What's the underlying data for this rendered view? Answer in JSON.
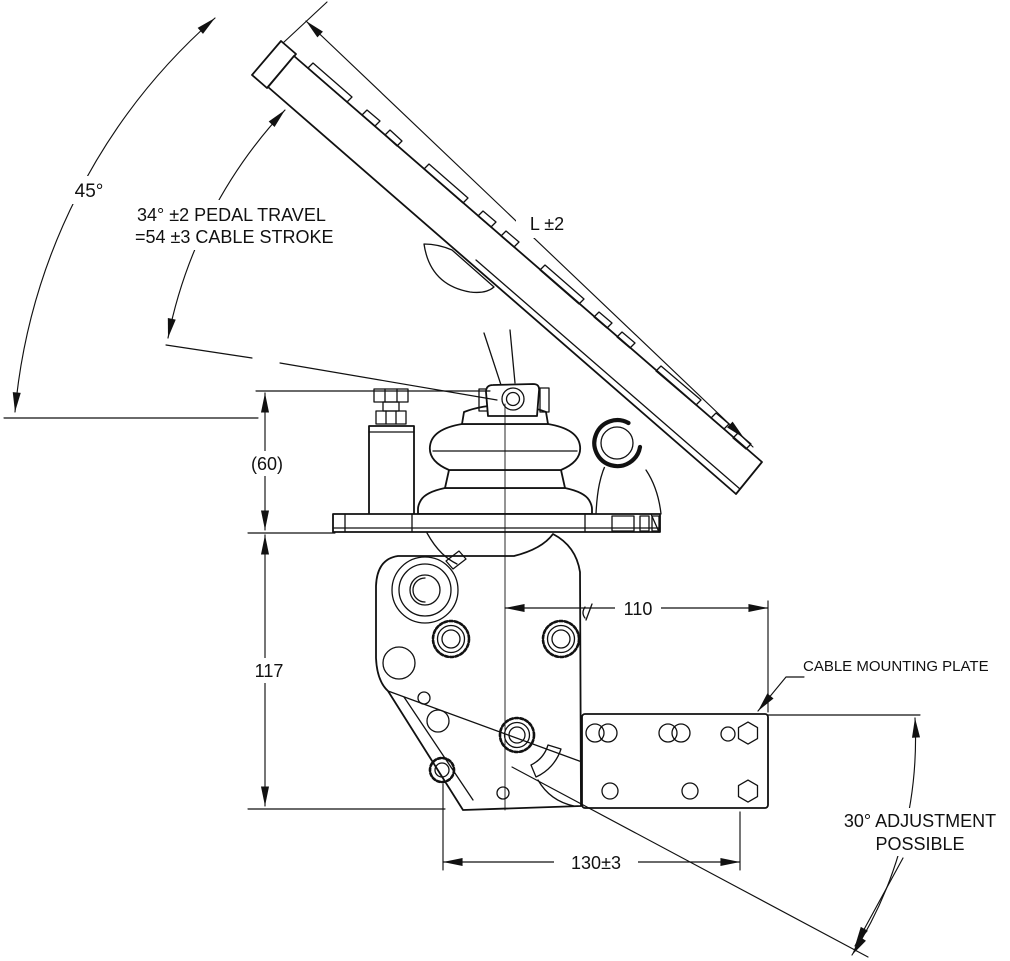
{
  "drawing": {
    "type": "technical-drawing",
    "labels": {
      "angle_45": "45°",
      "pedal_travel_1": "34° ±2 PEDAL TRAVEL",
      "pedal_travel_2": "=54 ±3 CABLE STROKE",
      "pedal_length": "L ±2",
      "dim_60": "(60)",
      "dim_117": "117",
      "dim_110": "110",
      "dim_130": "130±3",
      "cable_plate": "CABLE MOUNTING PLATE",
      "adjustment_1": "30° ADJUSTMENT",
      "adjustment_2": "POSSIBLE"
    }
  }
}
